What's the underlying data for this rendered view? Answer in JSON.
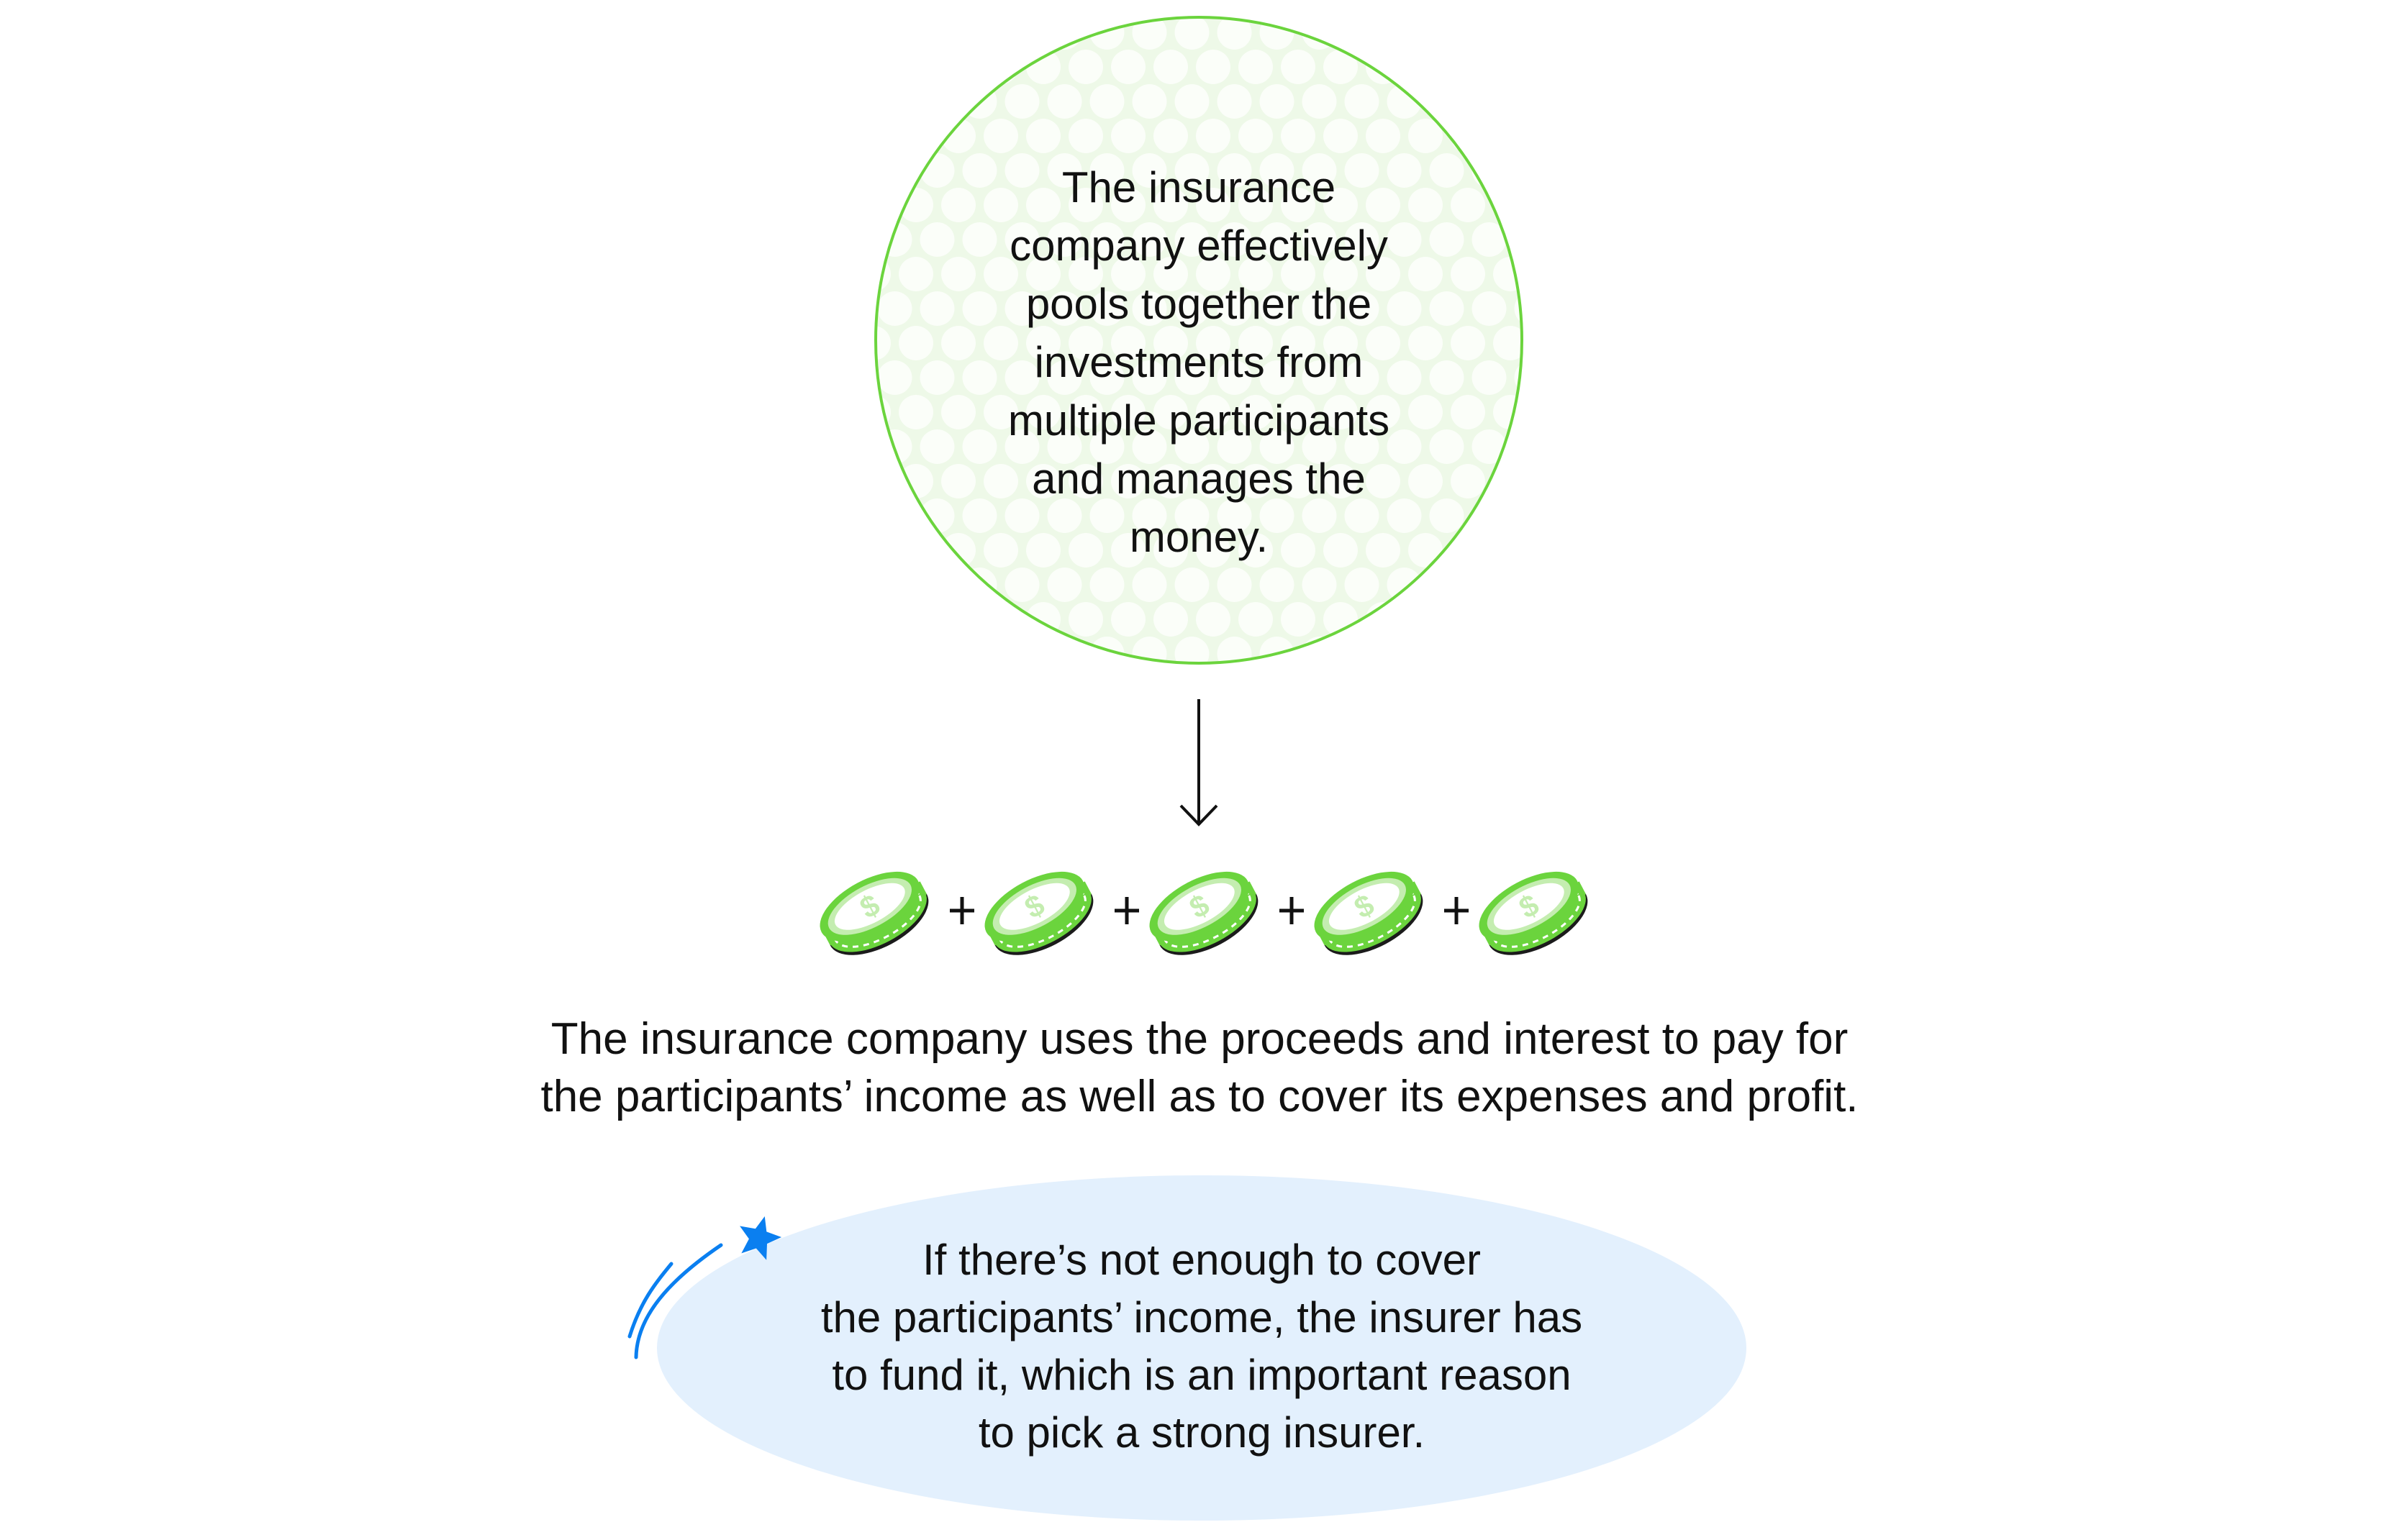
{
  "pool": {
    "lines": [
      "The insurance",
      "company effectively",
      "pools together the",
      "investments from",
      "multiple participants",
      "and manages the",
      "money."
    ],
    "border_color": "#6BD43D",
    "fill_color": "#EEF9E8",
    "dot_color": "#FBFEF9"
  },
  "flow": {
    "arrow_icon": "arrow-down-icon",
    "coins": [
      {
        "icon": "dollar-coin-icon",
        "symbol": "$"
      },
      {
        "icon": "dollar-coin-icon",
        "symbol": "$"
      },
      {
        "icon": "dollar-coin-icon",
        "symbol": "$"
      },
      {
        "icon": "dollar-coin-icon",
        "symbol": "$"
      },
      {
        "icon": "dollar-coin-icon",
        "symbol": "$"
      }
    ],
    "operator": "+",
    "coin_color": "#6BD43D",
    "coin_ring_color": "#C4EDB0"
  },
  "summary": {
    "lines": [
      "The insurance company uses the proceeds and interest to pay for",
      "the participants’ income as well as to cover its expenses and profit."
    ]
  },
  "note": {
    "lines": [
      "If there’s not enough to cover",
      "the participants’ income, the insurer has",
      "to fund it, which is an important reason",
      "to pick a strong insurer."
    ],
    "bubble_color": "#E3F0FD",
    "accent_color": "#0A7FF0",
    "decoration_icons": [
      "sparkle-star-icon",
      "motion-streak-icon"
    ]
  }
}
